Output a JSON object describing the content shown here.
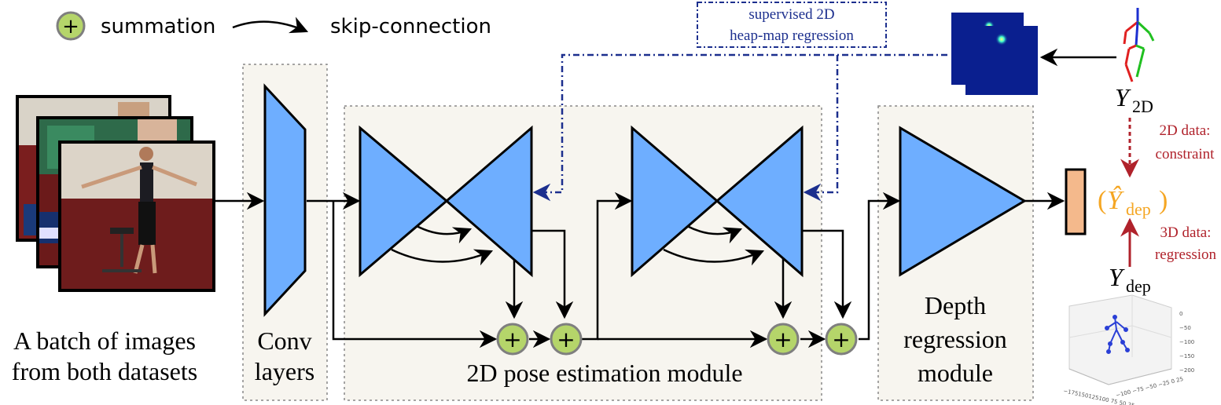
{
  "legend": {
    "summation_label": "summation",
    "skip_label": "skip-connection"
  },
  "supervision": {
    "line1": "supervised 2D",
    "line2": "heap-map regression"
  },
  "input": {
    "caption_line1": "A batch of images",
    "caption_line2": "from both datasets"
  },
  "conv": {
    "label_line1": "Conv",
    "label_line2": "layers"
  },
  "pose_module": {
    "label": "2D pose estimation module"
  },
  "depth_module": {
    "label_line1": "Depth",
    "label_line2": "regression",
    "label_line3": "module"
  },
  "outputs": {
    "y2d_main": "Y",
    "y2d_sub": "2D",
    "ydep_main": "Y",
    "ydep_sub": "dep",
    "yhat_open": "(",
    "yhat_main": "Ŷ",
    "yhat_sub": "dep",
    "yhat_close": ")",
    "constraint_line1": "2D data:",
    "constraint_line2": "constraint",
    "regression_line1": "3D data:",
    "regression_line2": "regression"
  },
  "plot3d": {
    "z_ticks": [
      "0",
      "−50",
      "−100",
      "−150",
      "−200"
    ],
    "x_ticks": "−175150125100 75 50 25",
    "y_ticks": "−100 −75 −50 −25  0  25"
  },
  "summation_symbol": "+",
  "colors": {
    "block_fill": "#6eaeff",
    "summation_fill": "#b5d56a",
    "module_bg": "#f7f5ef",
    "supervision_blue": "#1c2f8e",
    "constraint_red": "#b0222b",
    "yhat_orange": "#f5a623",
    "output_bar": "#f4b98c",
    "heatmap_blue": "#0a1f8f"
  }
}
